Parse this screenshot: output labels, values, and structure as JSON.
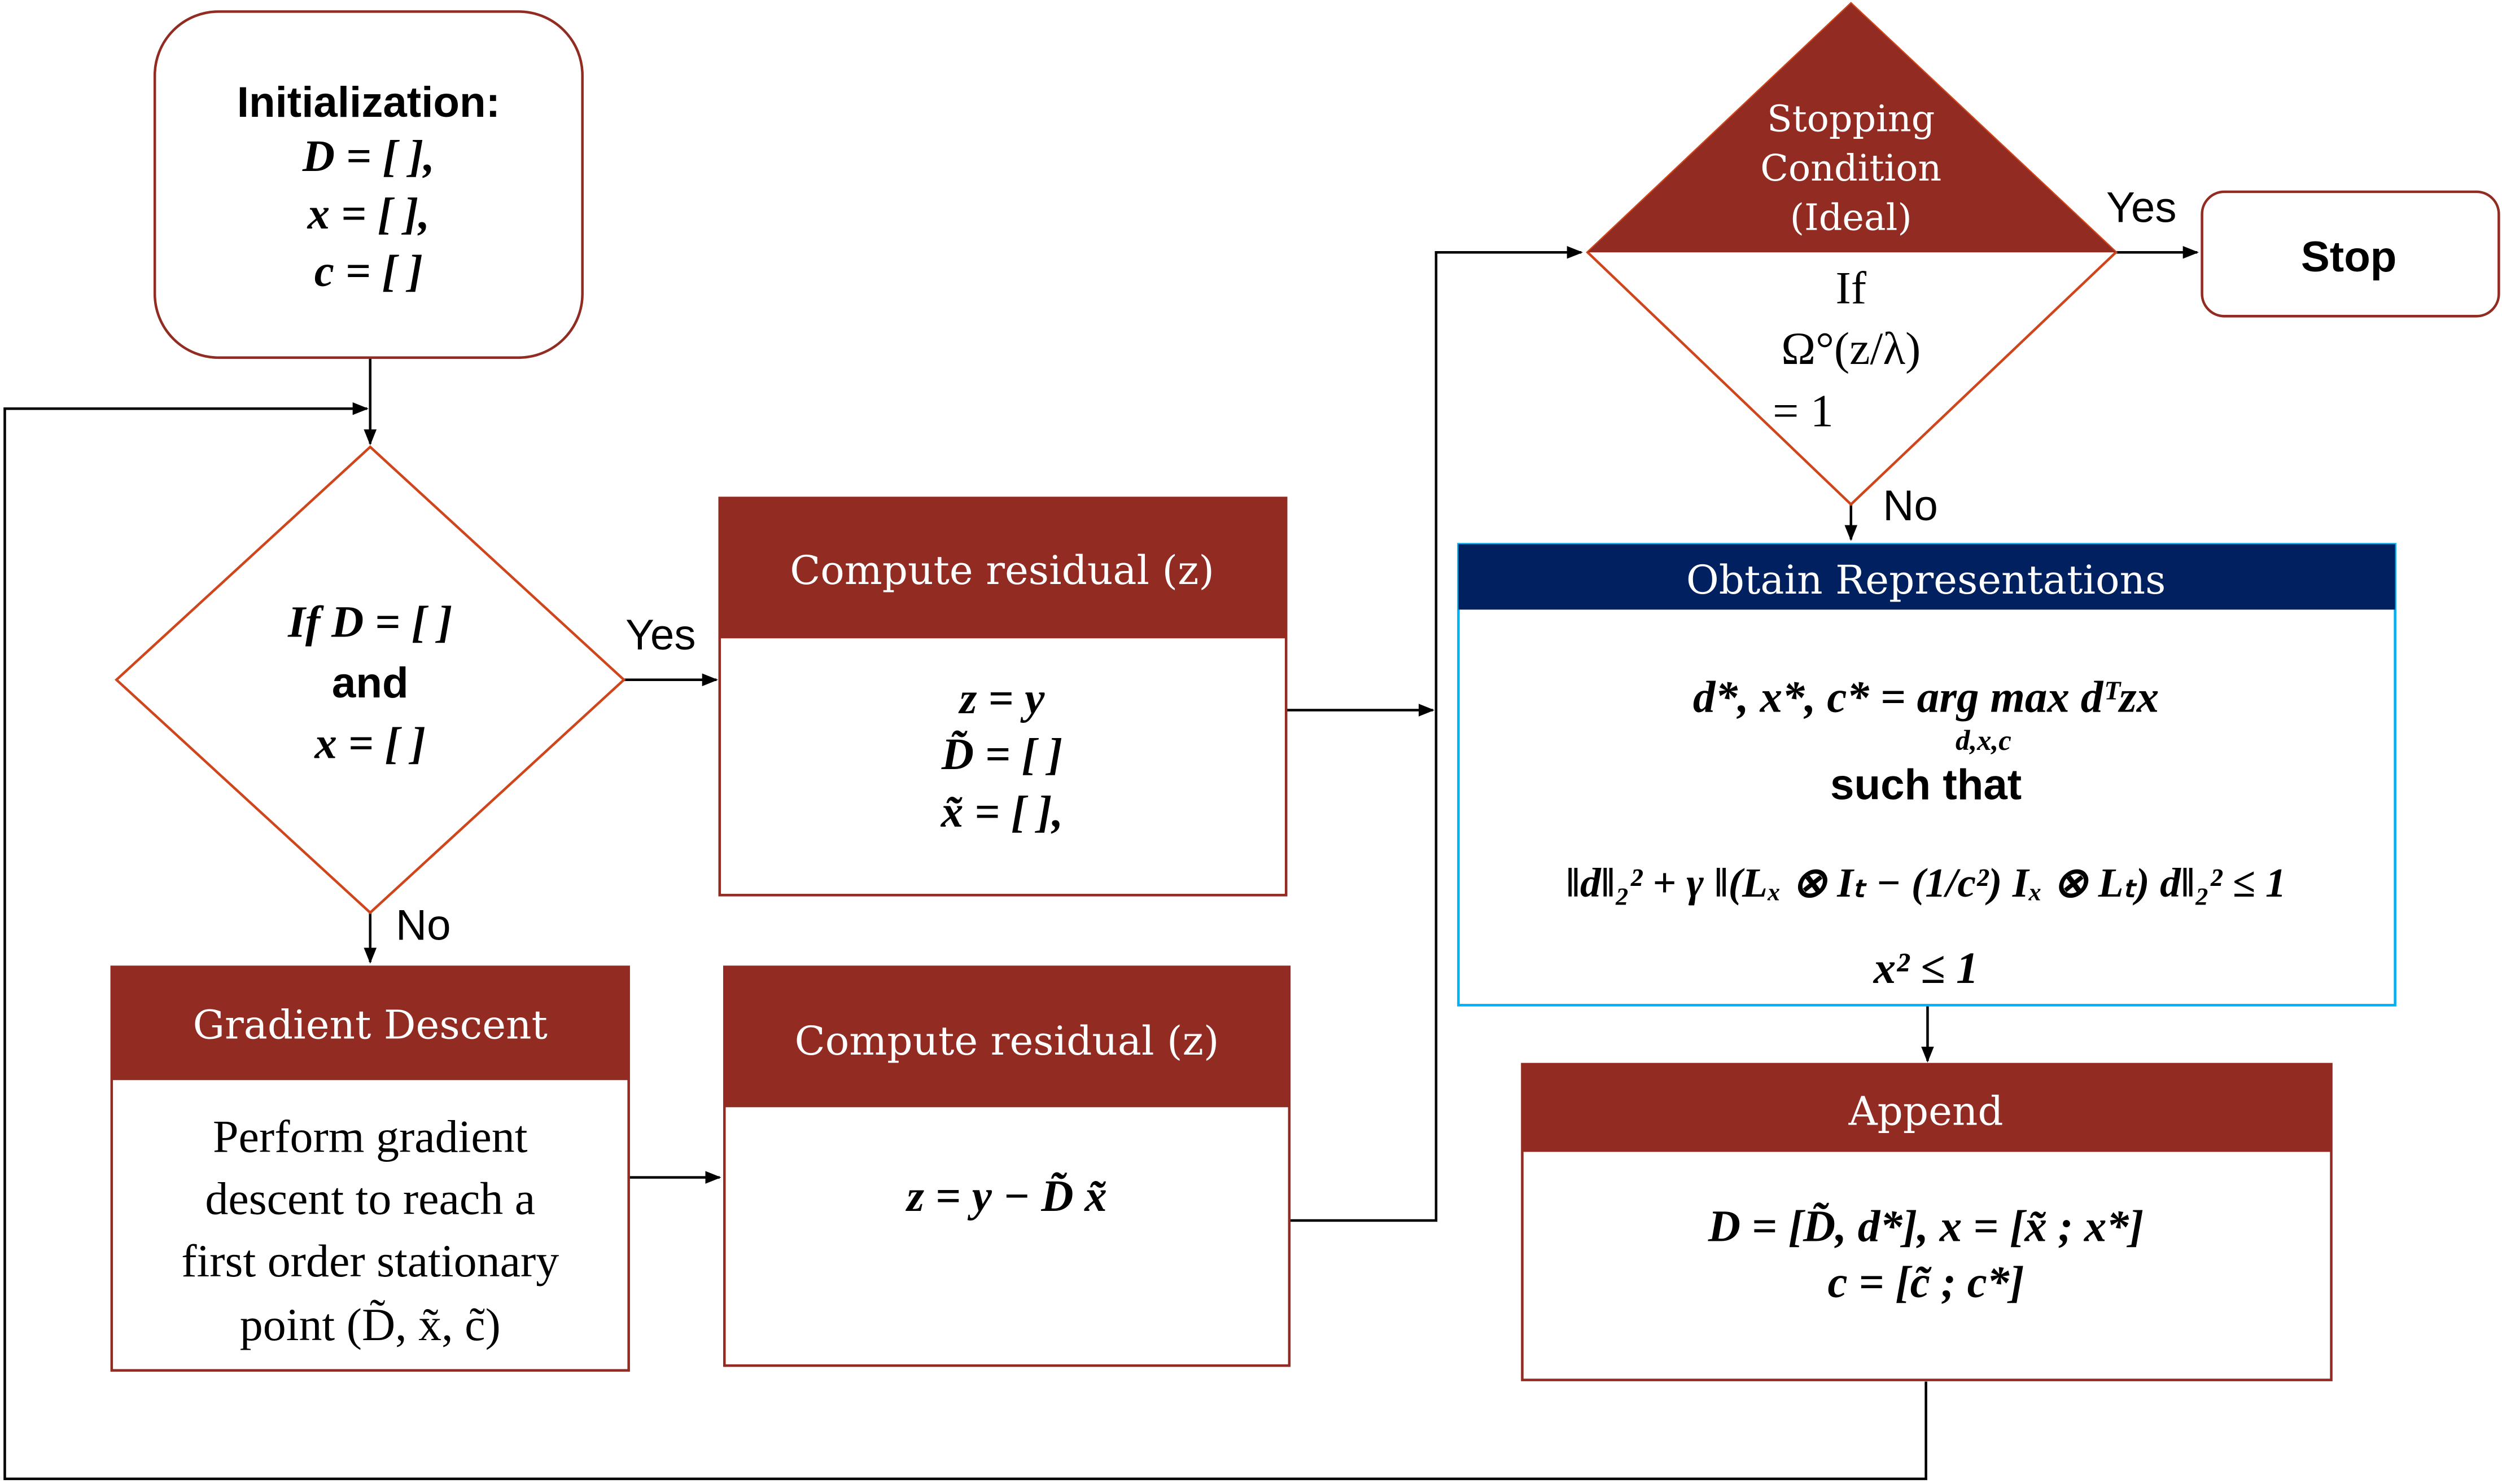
{
  "colors": {
    "box_header": "#922B21",
    "obtain_header": "#002060",
    "obtain_border": "#00B0F0",
    "diamond_border": "#D0461C",
    "box_border": "#922B21"
  },
  "init": {
    "lines": [
      "Initialization:",
      "D = [ ],",
      "x = [ ],",
      "c = [ ]"
    ]
  },
  "decision": {
    "lines": [
      "If D = [ ]",
      "and",
      "x = [ ]"
    ],
    "yes": "Yes",
    "no": "No"
  },
  "residual1": {
    "title": "Compute residual (z)",
    "lines": [
      "z = y",
      "D̃ = [ ]",
      "x̃ = [ ],"
    ]
  },
  "gradient": {
    "title": "Gradient Descent",
    "lines": [
      "Perform gradient",
      "descent to reach a",
      "first order stationary",
      "point (D̃, x̃, c̃)"
    ]
  },
  "residual2": {
    "title": "Compute residual (z)",
    "lines": [
      "z = y − D̃ x̃"
    ]
  },
  "stopping": {
    "title_lines": [
      "Stopping",
      "Condition",
      "(Ideal)"
    ],
    "lines": [
      "If",
      "Ω°(z/λ)",
      "= 1"
    ],
    "yes": "Yes",
    "no": "No"
  },
  "stop": {
    "label": "Stop"
  },
  "obtain": {
    "title": "Obtain Representations",
    "objective": "d*, x*, c* =  arg max  dᵀzx",
    "subscript": "d,x,c",
    "such_that": "such that",
    "constraint1": "‖d‖₂² + γ ‖(Lₓ ⊗ Iₜ − (1/c²) Iₓ ⊗ Lₜ) d‖₂² ≤ 1",
    "constraint2": "x² ≤ 1"
  },
  "append": {
    "title": "Append",
    "lines": [
      "D = [D̃, d*], x = [x̃ ; x*]",
      "c = [c̃ ; c*]"
    ]
  }
}
